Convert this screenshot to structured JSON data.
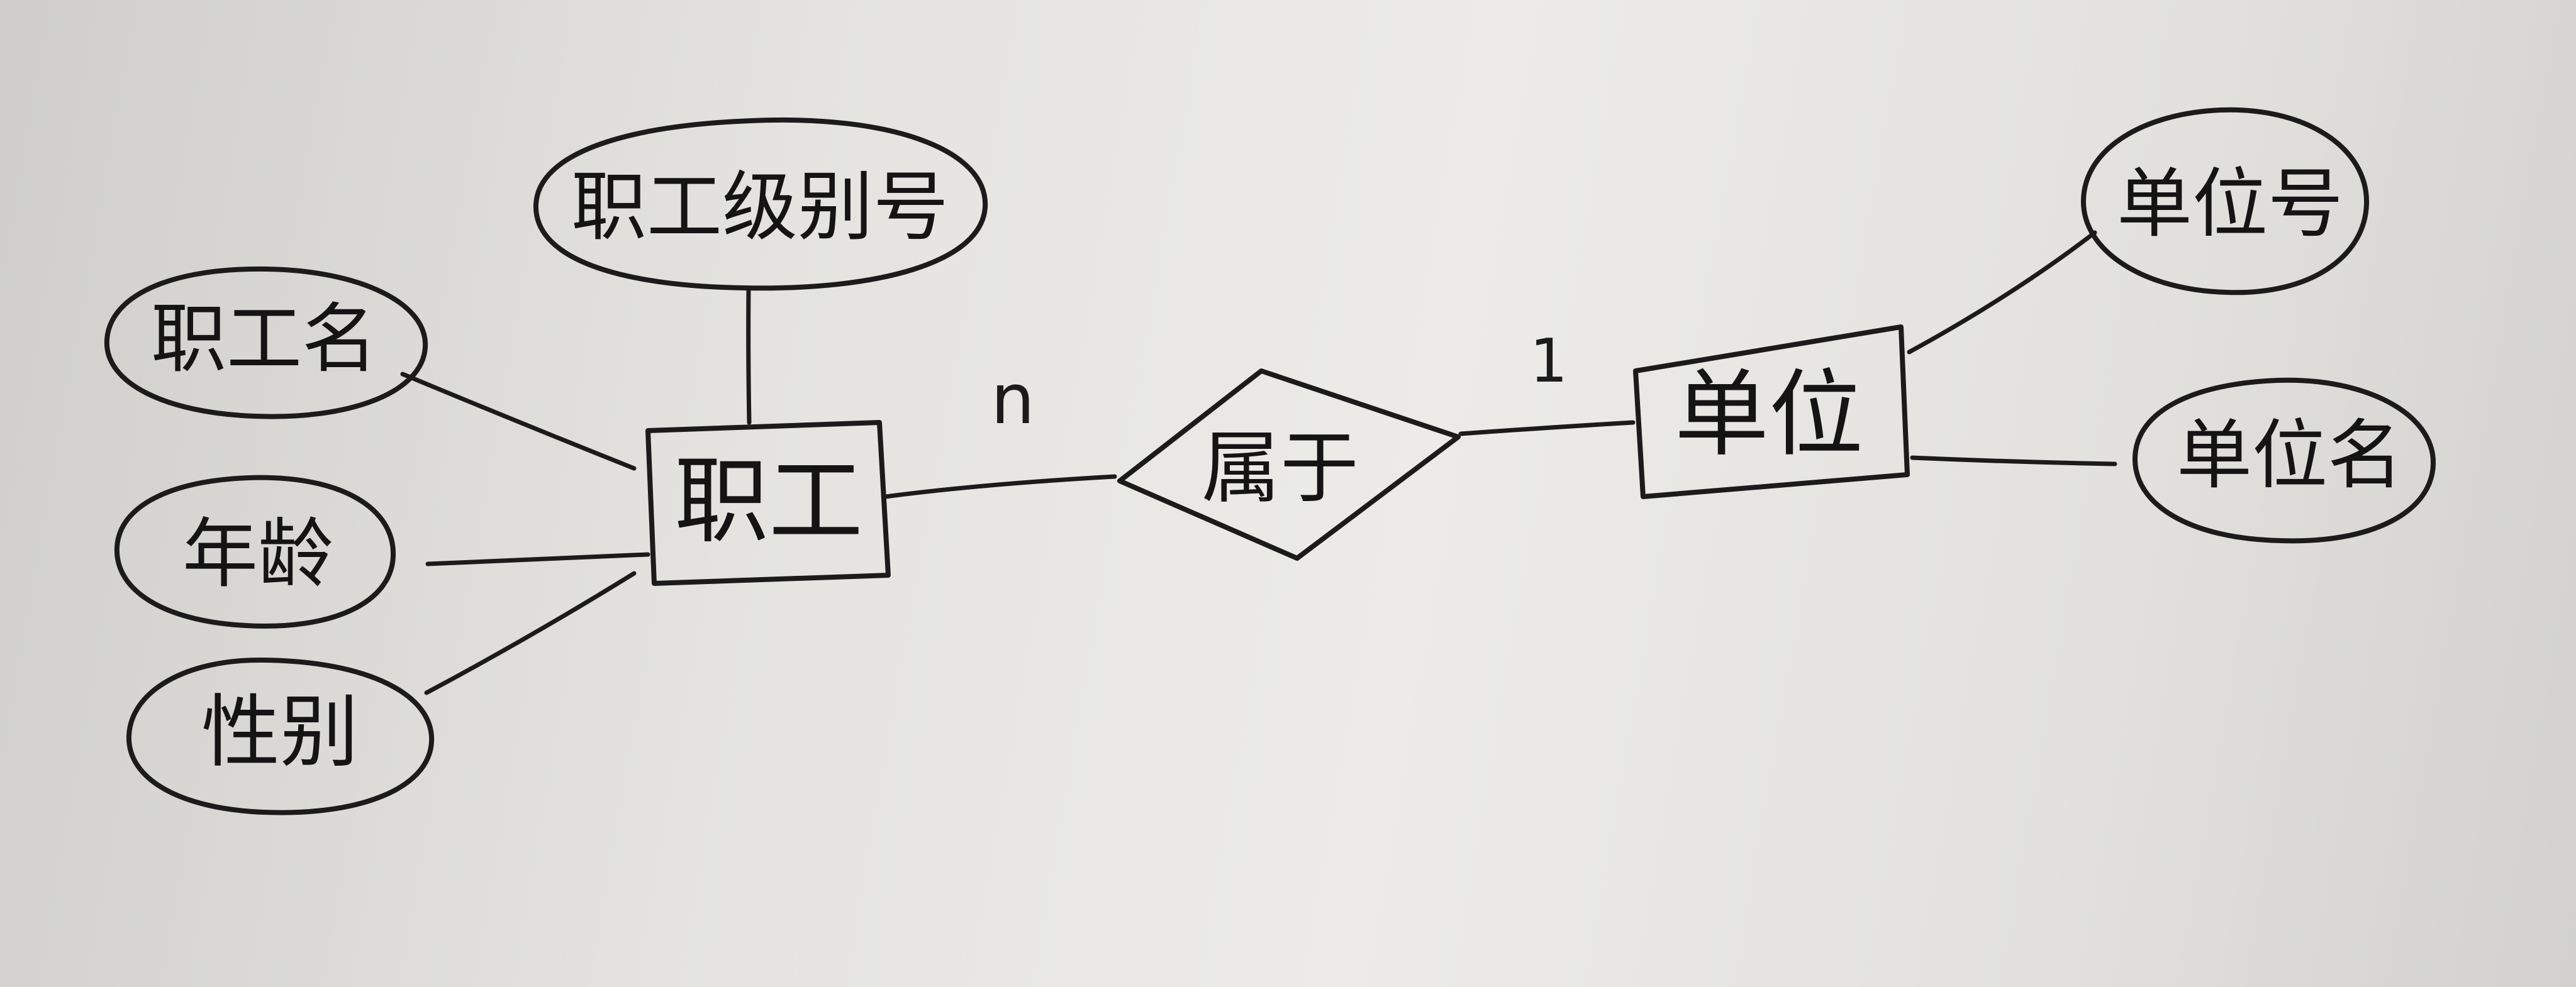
{
  "diagram": {
    "entities": {
      "employee": "职工",
      "unit": "单位"
    },
    "relationship": "属于",
    "attributes": {
      "employee_level_no": "职工级别号",
      "employee_name": "职工名",
      "age": "年龄",
      "gender": "性别",
      "unit_no": "单位号",
      "unit_name": "单位名"
    },
    "cardinality": {
      "employee_side": "n",
      "unit_side": "1"
    }
  },
  "colors": {
    "ink": "#1b1b1b",
    "paper": "#e6e5e2"
  }
}
